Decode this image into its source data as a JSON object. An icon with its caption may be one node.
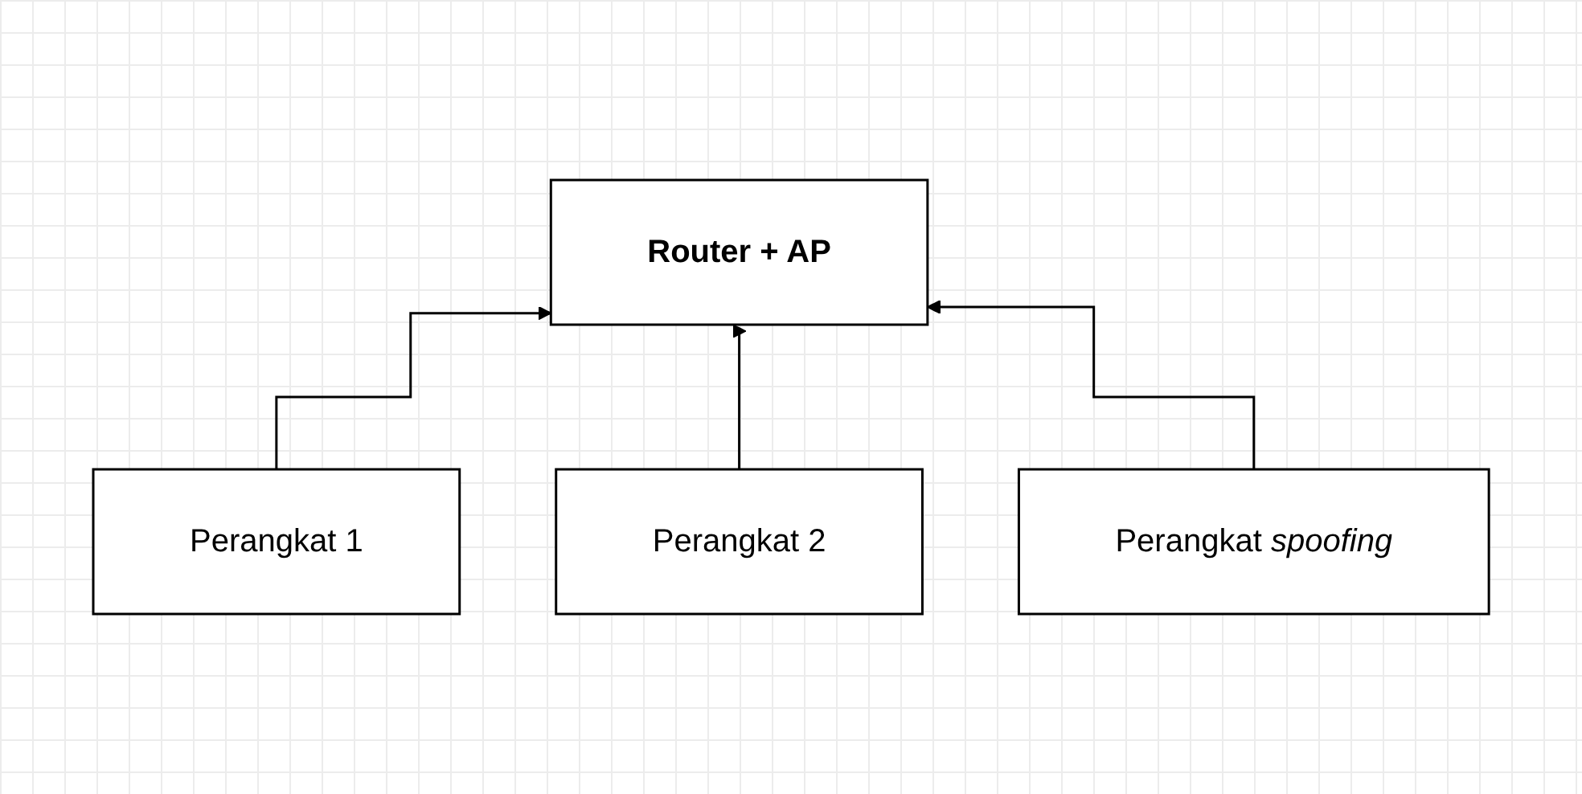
{
  "diagram": {
    "nodes": [
      {
        "text": [
          "Router + AP"
        ]
      },
      {
        "text": [
          "Perangkat 1"
        ]
      },
      {
        "text": [
          "Perangkat 2"
        ]
      },
      {
        "text": [
          "Perangkat *spoofing*"
        ]
      }
    ],
    "edges": [
      {
        "from": 1,
        "to": 0,
        "arrow": "to"
      },
      {
        "from": 2,
        "to": 0,
        "arrow": "to"
      },
      {
        "from": 3,
        "to": 0,
        "arrow": "to"
      }
    ]
  }
}
